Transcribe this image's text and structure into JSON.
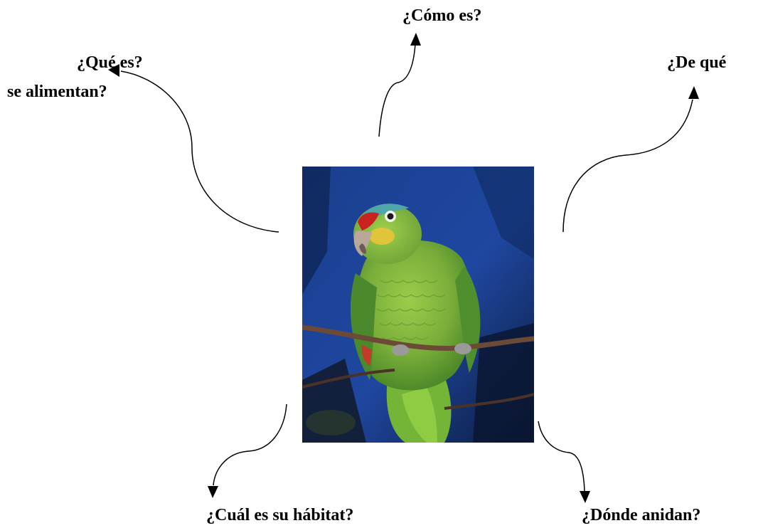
{
  "questions": {
    "como": "¿Cómo es?",
    "que": "¿Qué es?",
    "alimentan": "se alimentan?",
    "de_que": "¿De qué",
    "habitat": "¿Cuál es su hábitat?",
    "anidan": "¿Dónde anidan?"
  },
  "image": {
    "subject": "green parrot perched on a branch",
    "colors": {
      "background": "#1f3f8a",
      "feathers": "#7aae3a",
      "forehead": "#c8231e",
      "crown": "#4fa6a8",
      "cheek": "#e0c43a",
      "branch": "#6b4a36"
    }
  },
  "icons": [
    "arrow-icon"
  ]
}
